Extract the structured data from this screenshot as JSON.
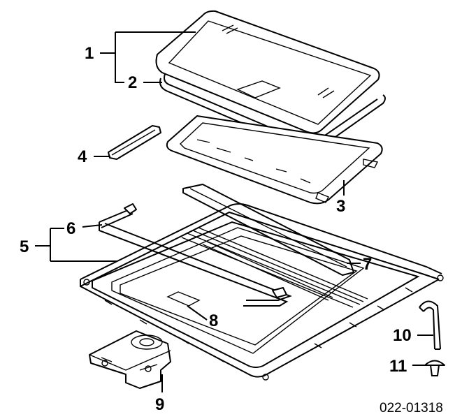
{
  "diagram": {
    "callouts": [
      "1",
      "2",
      "3",
      "4",
      "5",
      "6",
      "7",
      "8",
      "9",
      "10",
      "11"
    ],
    "part_code": "022-01318"
  }
}
